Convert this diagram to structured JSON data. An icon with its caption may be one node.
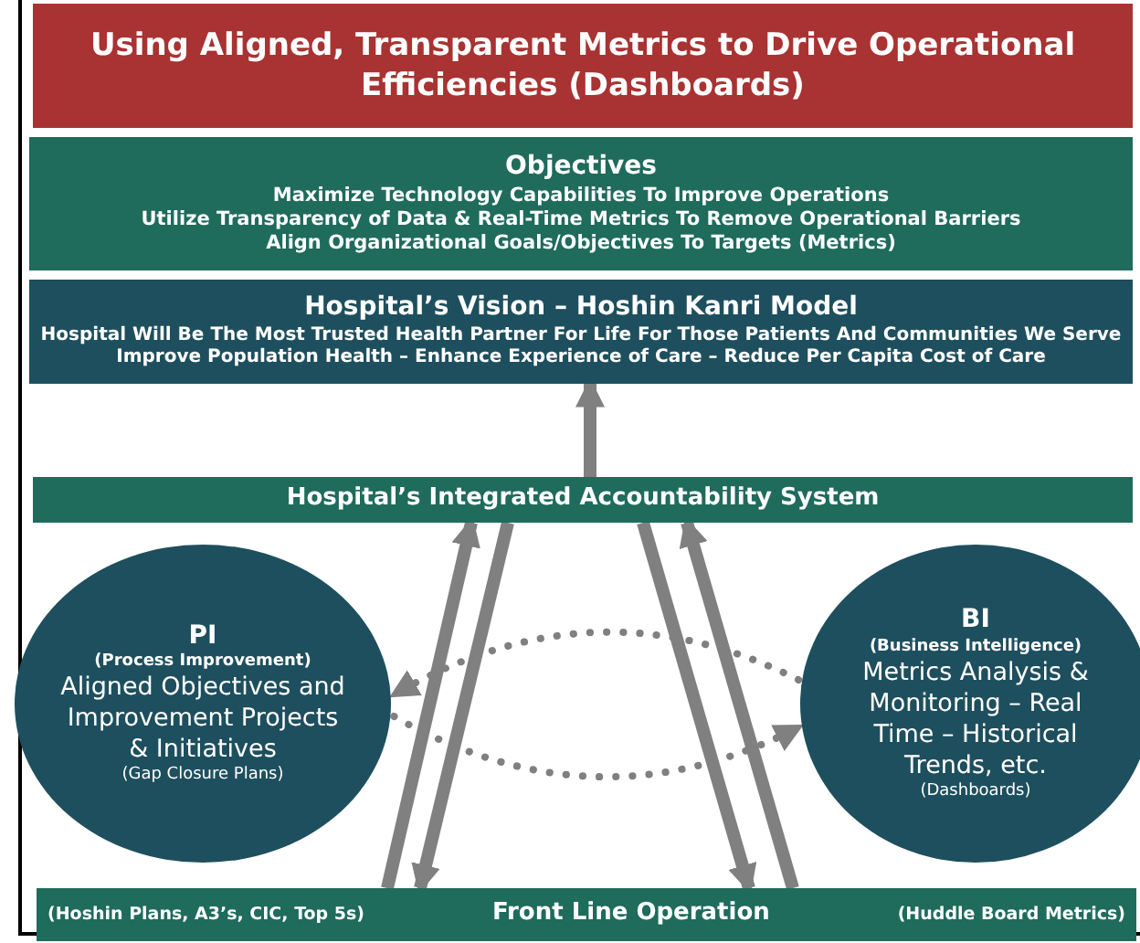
{
  "diagram": {
    "nodes": [
      {
        "text": [
          "Using Aligned, Transparent Metrics to Drive Operational Efficiencies (Dashboards)"
        ]
      },
      {
        "text": [
          "Objectives",
          "Maximize Technology Capabilities To Improve Operations",
          "Utilize Transparency of Data & Real-Time Metrics To Remove Operational Barriers",
          "Align Organizational Goals/Objectives To Targets (Metrics)"
        ]
      },
      {
        "text": [
          "Hospital’s Vision – Hoshin Kanri Model",
          "Hospital Will Be The Most Trusted Health Partner For Life For Those Patients And Communities We Serve",
          "Improve Population Health – Enhance Experience of Care – Reduce Per Capita Cost of Care"
        ]
      },
      {
        "text": [
          "Hospital’s Integrated Accountability System"
        ]
      },
      {
        "text": [
          "PI",
          "(Process Improvement)",
          "Aligned Objectives and Improvement Projects & Initiatives",
          "(Gap Closure Plans)"
        ]
      },
      {
        "text": [
          "BI",
          "(Business Intelligence)",
          "Metrics Analysis & Monitoring – Real Time – Historical Trends, etc.",
          "(Dashboards)"
        ]
      },
      {
        "text": [
          "(Hoshin Plans, A3’s, CIC, Top 5s)",
          "Front Line Operation",
          "(Huddle Board Metrics)"
        ]
      }
    ],
    "edges": [
      {
        "from": 3,
        "to": 2,
        "arrow": "to"
      },
      {
        "from": 6,
        "to": 3,
        "arrow": "to"
      },
      {
        "from": 3,
        "to": 6,
        "arrow": "to"
      },
      {
        "from": 3,
        "to": 6,
        "arrow": "to"
      },
      {
        "from": 6,
        "to": 3,
        "arrow": "to"
      },
      {
        "from": 5,
        "to": 4,
        "arrow": "to",
        "style": "dashed"
      },
      {
        "from": 4,
        "to": 5,
        "arrow": "to",
        "style": "dashed"
      }
    ]
  }
}
